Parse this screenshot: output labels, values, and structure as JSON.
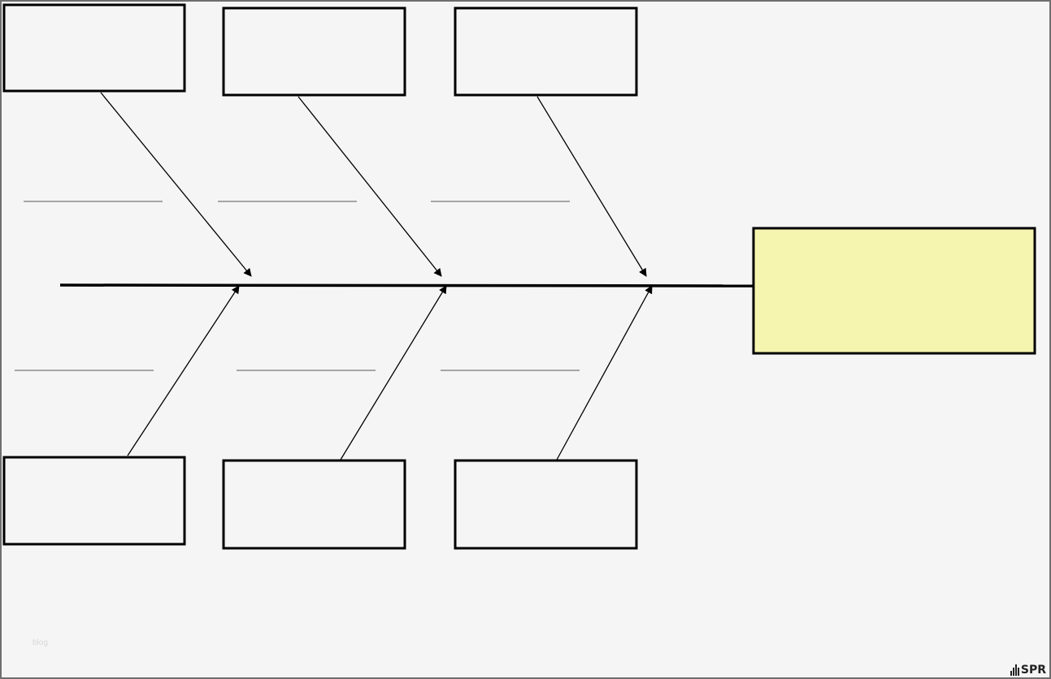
{
  "diagram": {
    "type": "fishbone",
    "effect_box": {
      "fill": "#f5f5b0",
      "label": ""
    },
    "category_boxes_top": [
      "",
      "",
      ""
    ],
    "category_boxes_bottom": [
      "",
      "",
      ""
    ],
    "stroke_color": "#000000",
    "background": "#f5f5f5"
  },
  "watermark": {
    "text": "blog"
  },
  "logo": {
    "text": "SPR"
  }
}
